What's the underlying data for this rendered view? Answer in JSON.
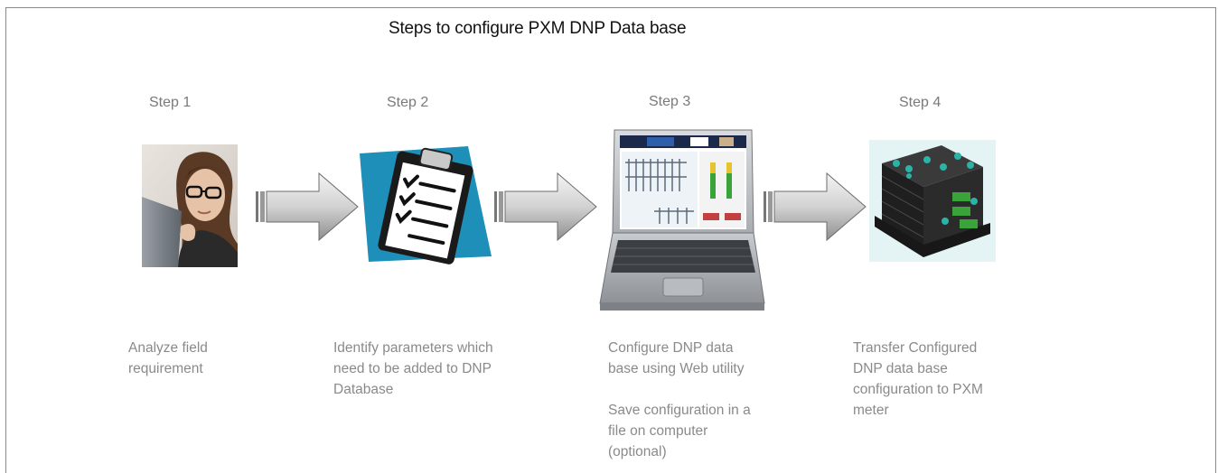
{
  "title": "Steps to configure PXM DNP Data base",
  "steps": [
    {
      "label": "Step 1",
      "desc": [
        "Analyze field",
        "requirement"
      ]
    },
    {
      "label": "Step 2",
      "desc": [
        "Identify  parameters which",
        "need to be added to DNP",
        "Database"
      ]
    },
    {
      "label": "Step 3",
      "desc": [
        "Configure DNP data",
        "base using Web utility"
      ],
      "desc2": [
        "Save configuration in a",
        "file on computer",
        "(optional)"
      ]
    },
    {
      "label": "Step 4",
      "desc": [
        "Transfer Configured",
        "DNP data base",
        "configuration to PXM",
        "meter"
      ]
    }
  ]
}
